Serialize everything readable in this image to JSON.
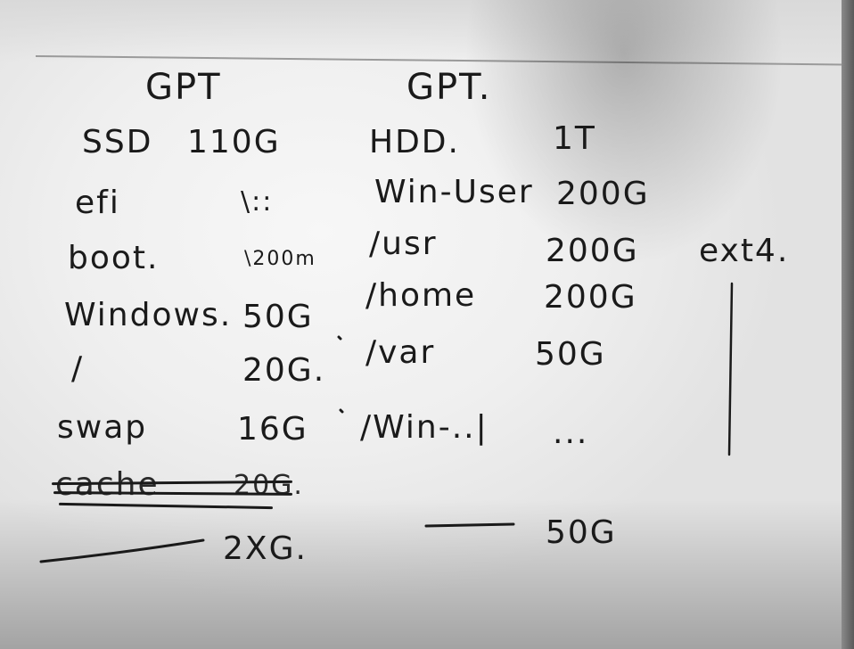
{
  "left_column": {
    "header": "GPT",
    "disk": "SSD",
    "disk_size": "110G",
    "rows": [
      {
        "name": "efi",
        "size": "\\::"
      },
      {
        "name": "boot.",
        "size": "\\200m"
      },
      {
        "name": "Windows.",
        "size": "50G"
      },
      {
        "name": "/",
        "size": "20G."
      },
      {
        "name": "swap",
        "size": "16G"
      },
      {
        "name": "cache",
        "size": "20G."
      }
    ],
    "total": "2XG."
  },
  "right_column": {
    "header": "GPT.",
    "disk": "HDD.",
    "disk_size": "1T",
    "rows": [
      {
        "name": "Win-User",
        "size": "200G"
      },
      {
        "name": "/usr",
        "size": "200G"
      },
      {
        "name": "/home",
        "size": "200G"
      },
      {
        "name": "/var",
        "size": "50G"
      },
      {
        "name": "/Win-..|",
        "size": "..."
      }
    ],
    "total": "50G",
    "fs_note": "ext4."
  },
  "colors": {
    "ink": "#1a1a1a",
    "paper": "#f2f2f2"
  }
}
